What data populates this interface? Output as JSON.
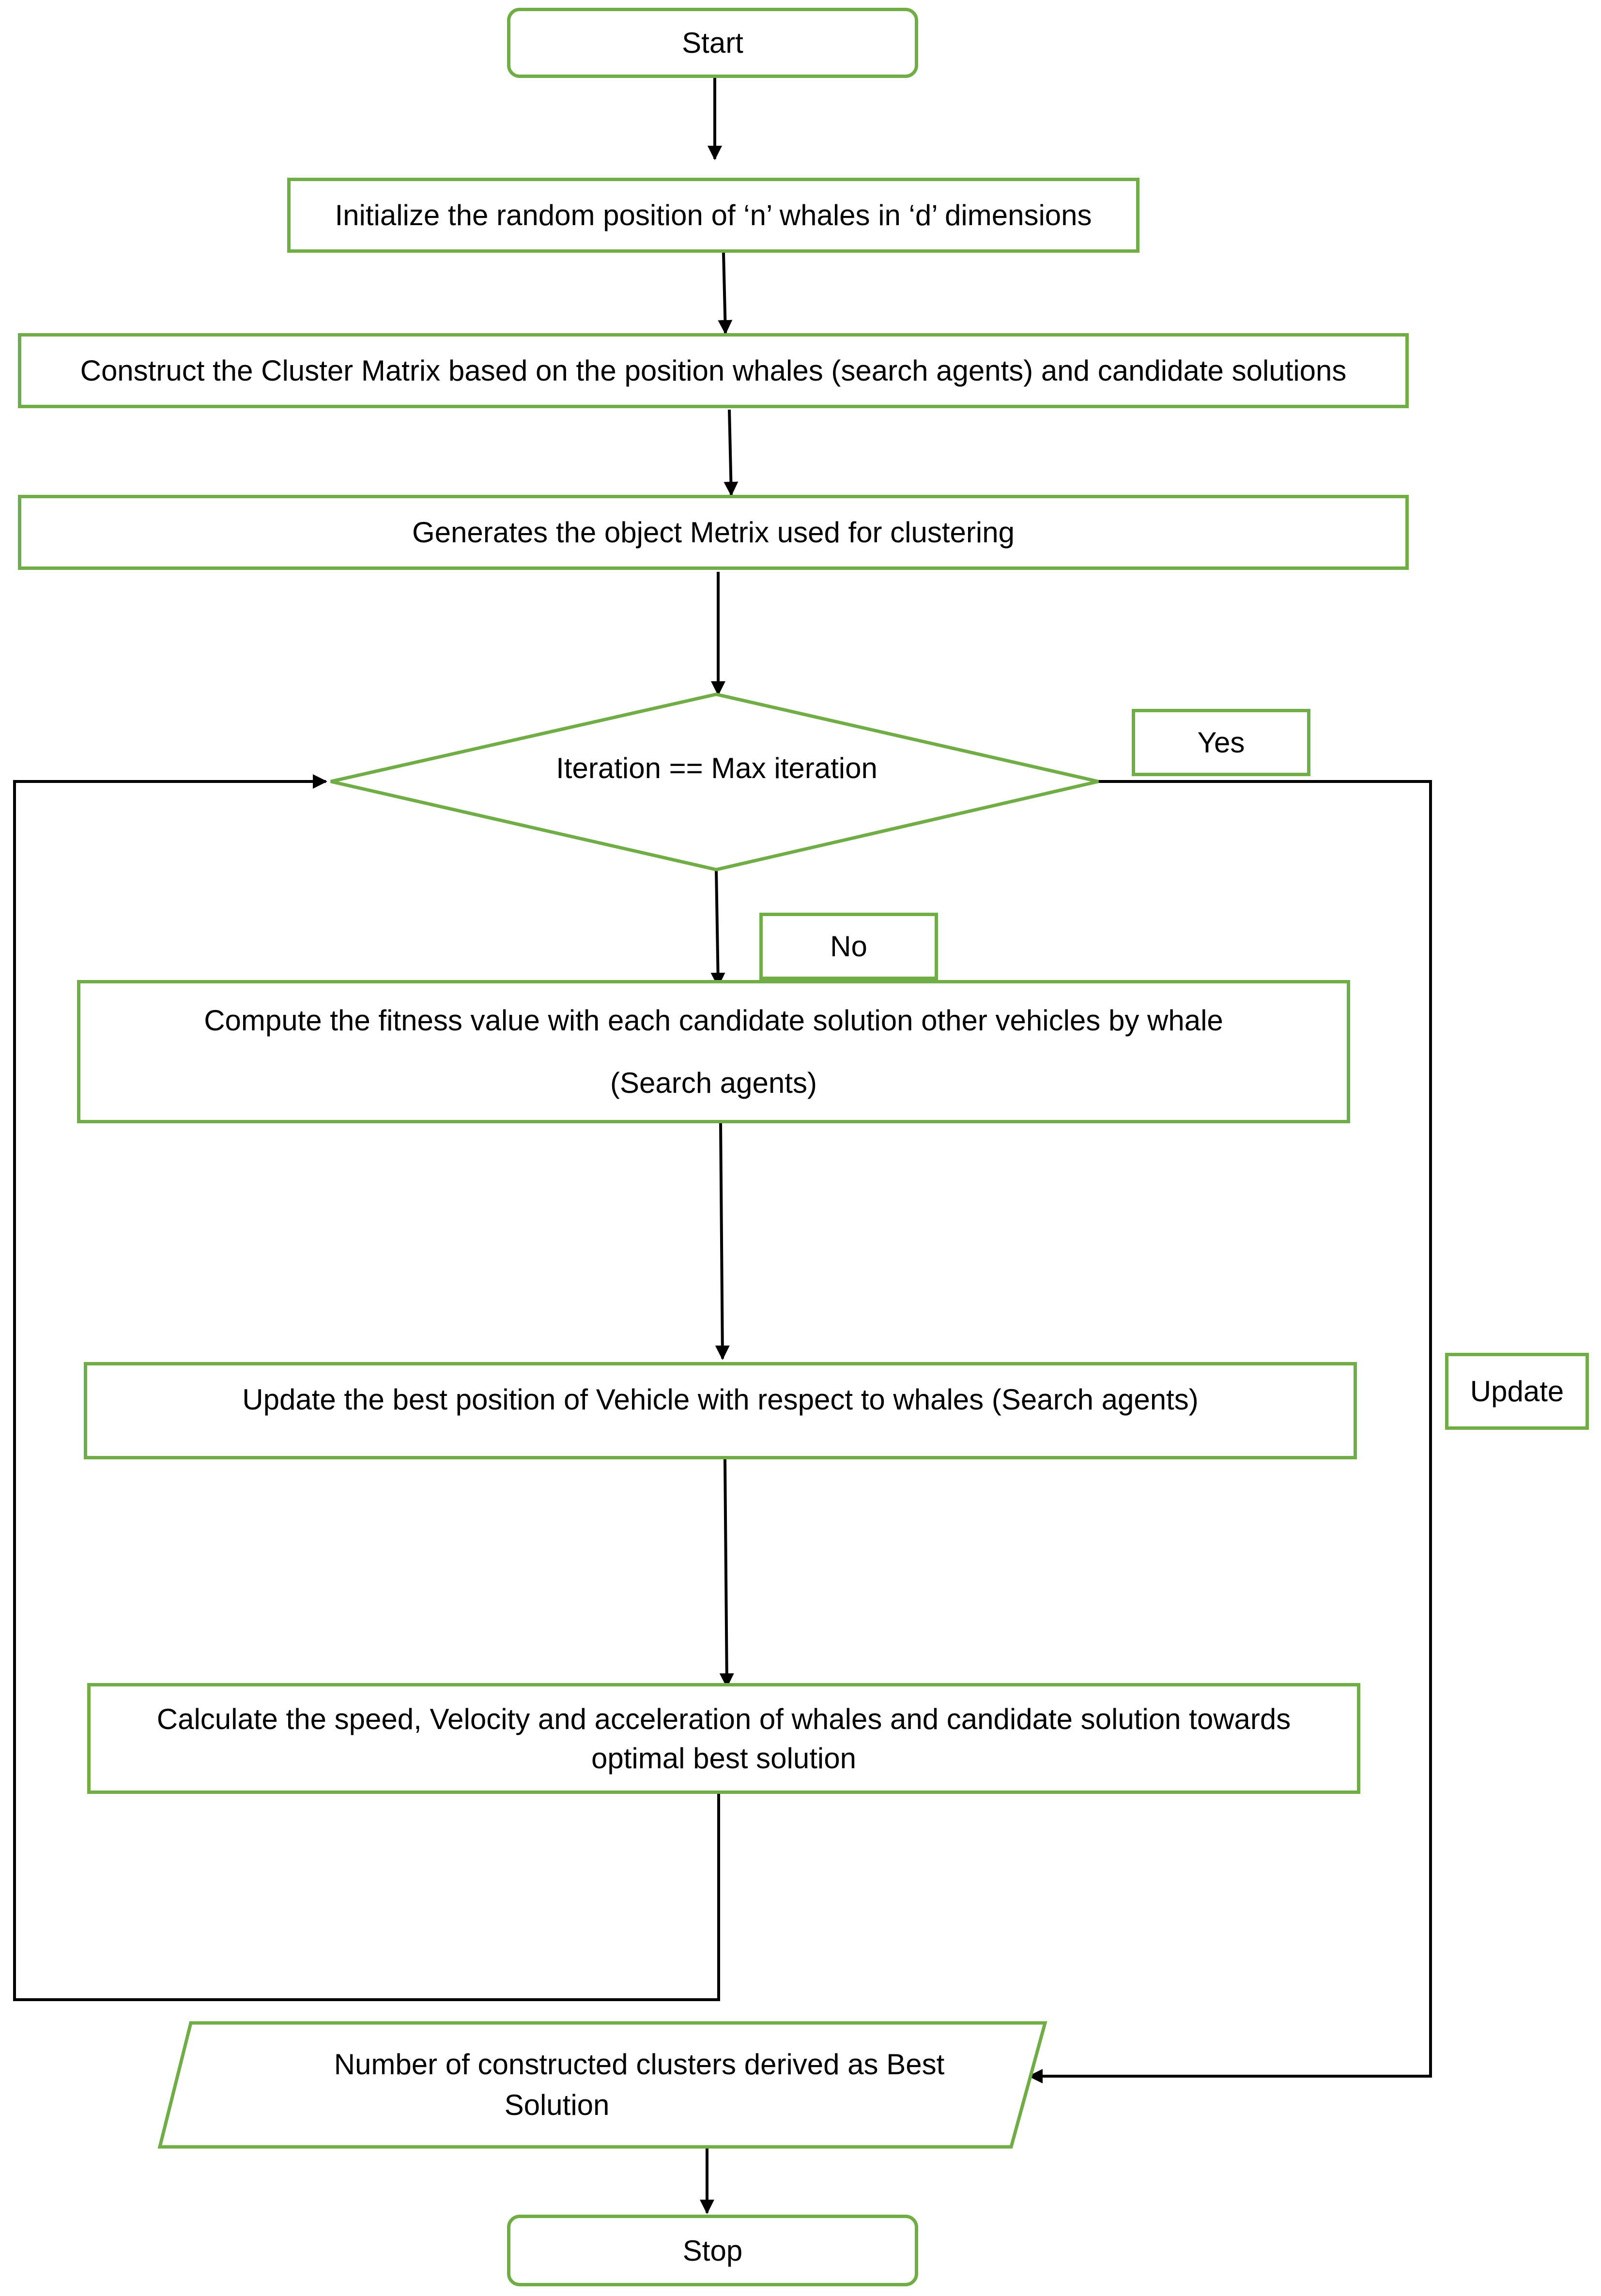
{
  "flowchart": {
    "start": "Start",
    "init": "Initialize the random position of ‘n’ whales in ‘d’ dimensions",
    "cluster_matrix": "Construct the Cluster Matrix based on the position whales (search agents) and candidate solutions",
    "object_matrix": "Generates the object Metrix used for clustering",
    "decision": "Iteration == Max iteration",
    "yes_label": "Yes",
    "no_label": "No",
    "fitness_line1": "Compute the fitness value with each candidate solution other vehicles by whale",
    "fitness_line2": "(Search agents)",
    "update_position": "Update the best position of Vehicle with respect to whales (Search agents)",
    "calculate_line1": "Calculate the speed, Velocity and acceleration of whales and candidate solution towards",
    "calculate_line2": "optimal best solution",
    "update_label": "Update",
    "output_line1": "Number of constructed clusters derived as Best",
    "output_line2": "Solution",
    "stop": "Stop"
  },
  "colors": {
    "border": "#70ad47",
    "connector": "#000000"
  }
}
